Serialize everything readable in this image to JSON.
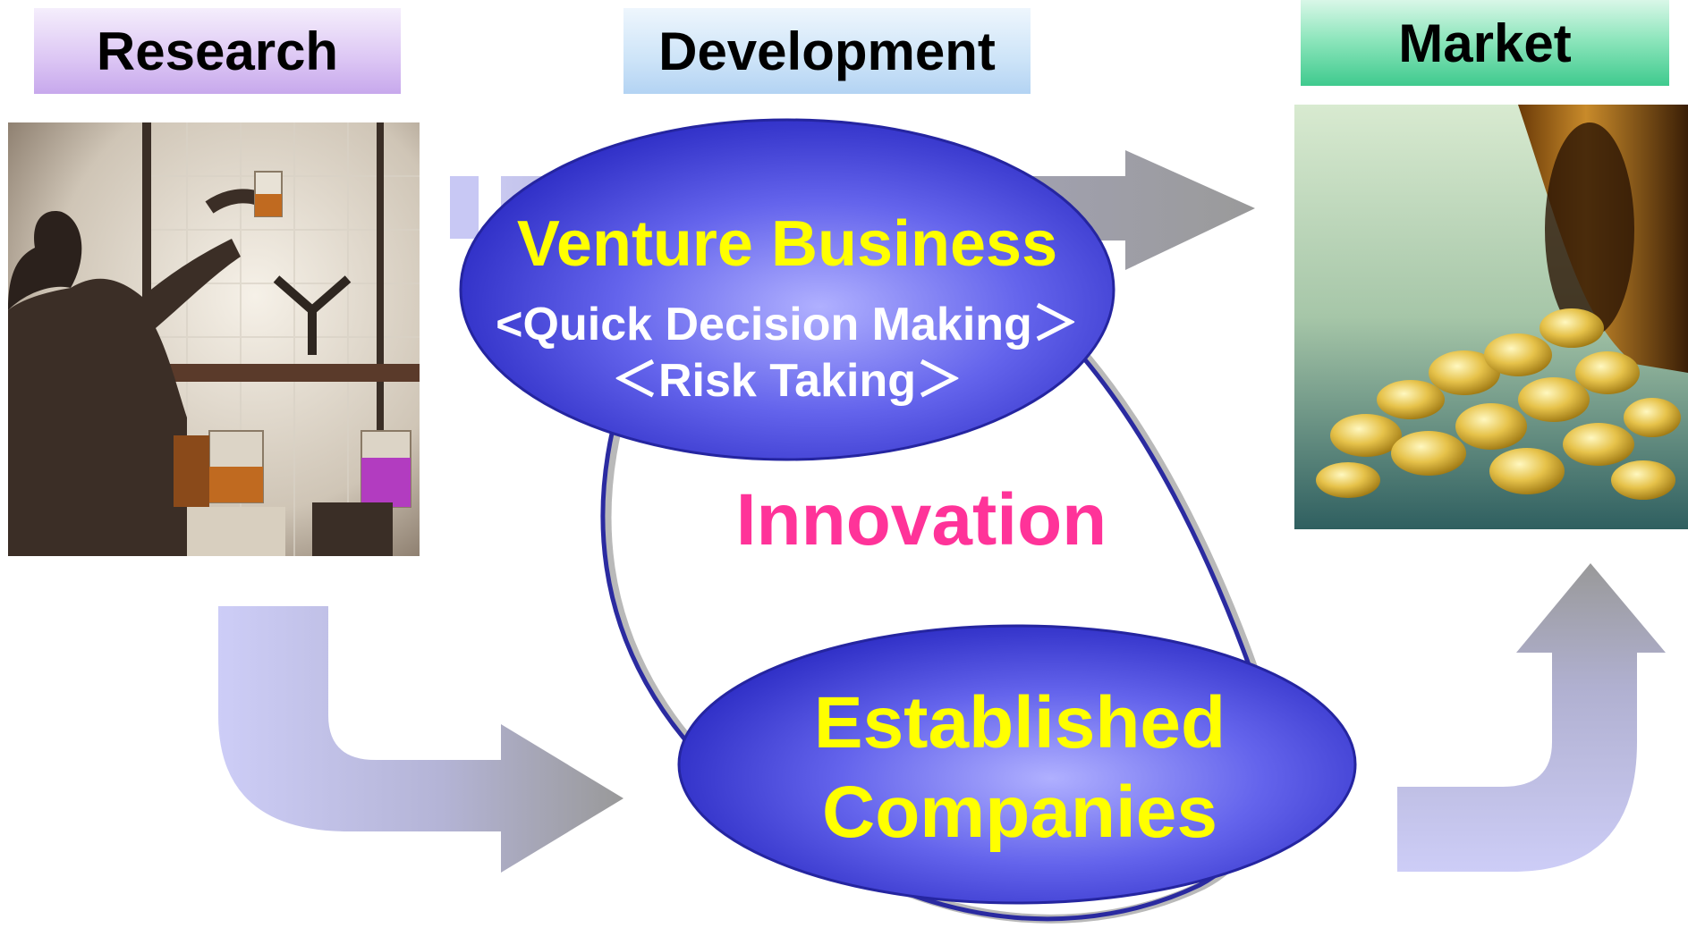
{
  "headers": {
    "research": "Research",
    "development": "Development",
    "market": "Market"
  },
  "venture": {
    "title": "Venture Business",
    "point_1": "<Quick Decision Making＞",
    "point_2": "＜Risk Taking＞"
  },
  "center_label": "Innovation",
  "established": {
    "line_1": "Established",
    "line_2": "Companies"
  },
  "colors": {
    "ellipse_fill": "#3333cc",
    "ellipse_highlight": "#9999ff",
    "title_yellow": "#ffff00",
    "innovation_pink": "#ff3399",
    "arrow_gray": "#999999",
    "arrow_lavender": "#c8c8f4"
  }
}
